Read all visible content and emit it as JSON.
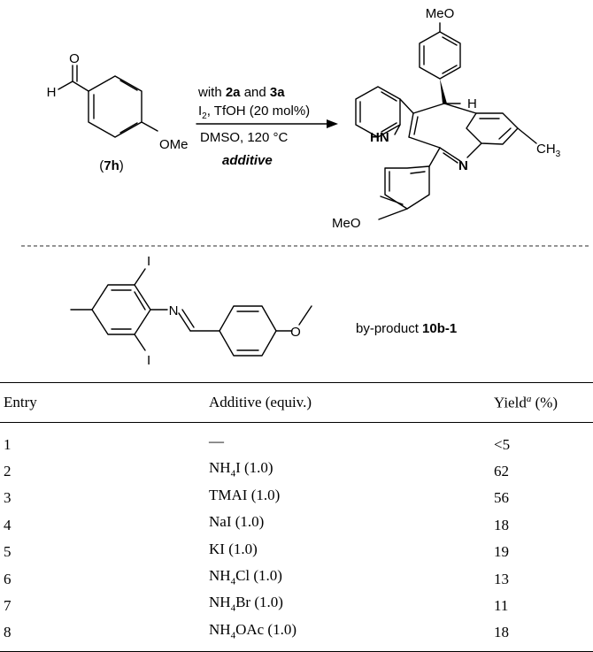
{
  "scheme": {
    "reactant_label": "7h",
    "reactant_group_ome": "OMe",
    "reactant_o": "O",
    "reactant_h": "H",
    "conditions_line1_prefix": "with ",
    "conditions_line1_a": "2a",
    "conditions_line1_mid": " and ",
    "conditions_line1_b": "3a",
    "conditions_line2": "I2, TfOH (20 mol%)",
    "conditions_line3": "DMSO, 120 °C",
    "conditions_line4": "additive",
    "product_meo_top": "MeO",
    "product_meo_bottom": "MeO",
    "product_h": "H",
    "product_hn": "HN",
    "product_n": "N",
    "product_ch3": "CH3",
    "byproduct_prefix": "by-product ",
    "byproduct_id": "10b-1",
    "byproduct_n": "N",
    "byproduct_i1": "I",
    "byproduct_i2": "I"
  },
  "table": {
    "headers": {
      "entry": "Entry",
      "additive": "Additive (equiv.)",
      "yield_pre": "Yield",
      "yield_sup": "a",
      "yield_post": " (%)"
    },
    "rows": [
      {
        "entry": "1",
        "pre": "—",
        "sub": "",
        "post": "",
        "yield": "<5"
      },
      {
        "entry": "2",
        "pre": "NH",
        "sub": "4",
        "post": "I (1.0)",
        "yield": "62"
      },
      {
        "entry": "3",
        "pre": "TMAI (1.0)",
        "sub": "",
        "post": "",
        "yield": "56"
      },
      {
        "entry": "4",
        "pre": "NaI (1.0)",
        "sub": "",
        "post": "",
        "yield": "18"
      },
      {
        "entry": "5",
        "pre": "KI (1.0)",
        "sub": "",
        "post": "",
        "yield": "19"
      },
      {
        "entry": "6",
        "pre": "NH",
        "sub": "4",
        "post": "Cl (1.0)",
        "yield": "13"
      },
      {
        "entry": "7",
        "pre": "NH",
        "sub": "4",
        "post": "Br (1.0)",
        "yield": "11"
      },
      {
        "entry": "8",
        "pre": "NH",
        "sub": "4",
        "post": "OAc (1.0)",
        "yield": "18"
      }
    ]
  }
}
